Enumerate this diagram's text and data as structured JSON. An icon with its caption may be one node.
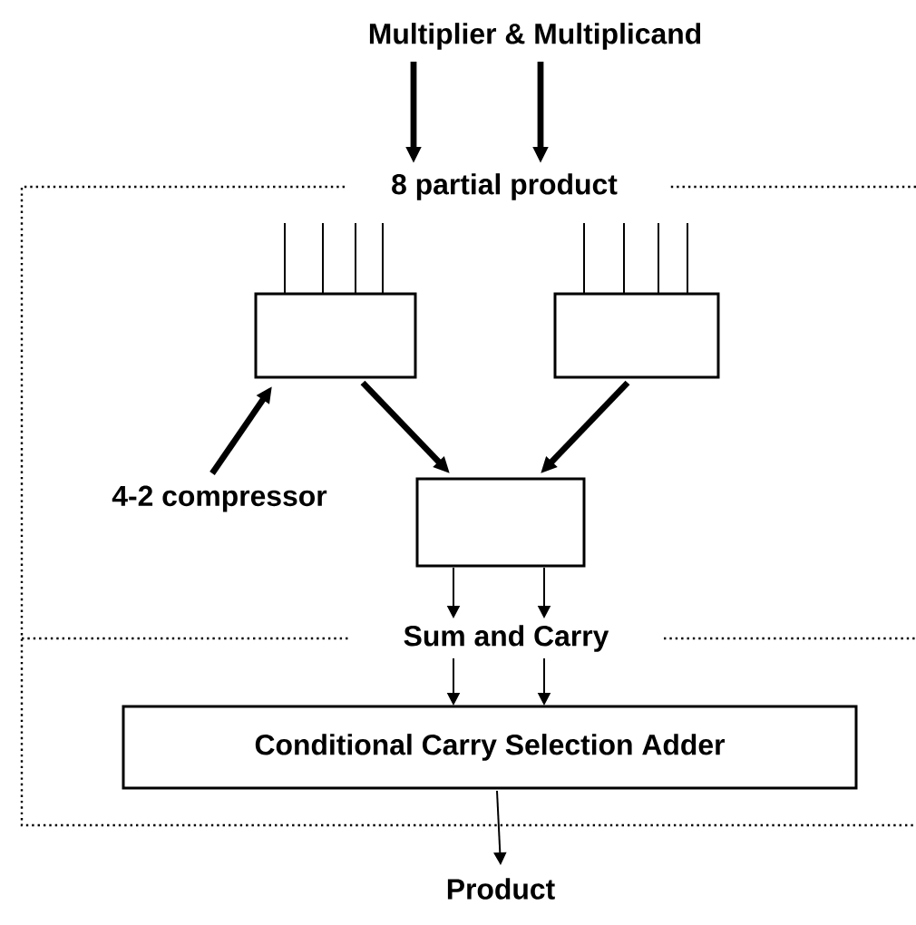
{
  "diagram": {
    "nodes": [
      {
        "text": [
          "Multiplier & Multiplicand"
        ]
      },
      {
        "text": [
          "8 partial product"
        ]
      },
      {
        "text": [],
        "shape": "box"
      },
      {
        "text": [],
        "shape": "box"
      },
      {
        "text": [
          "4-2 compressor"
        ]
      },
      {
        "text": [],
        "shape": "box"
      },
      {
        "text": [
          "Sum and Carry"
        ]
      },
      {
        "text": [
          "Conditional Carry Selection Adder"
        ]
      },
      {
        "text": [
          "Product"
        ]
      }
    ],
    "edges": [
      {
        "from": 0,
        "to": 1,
        "arrow": "to",
        "style": "thick"
      },
      {
        "from": 0,
        "to": 1,
        "arrow": "to",
        "style": "thick"
      },
      {
        "from": null,
        "to": 2,
        "arrow": "none"
      },
      {
        "from": null,
        "to": 2,
        "arrow": "none"
      },
      {
        "from": null,
        "to": 2,
        "arrow": "none"
      },
      {
        "from": 1,
        "to": 2,
        "arrow": "none"
      },
      {
        "from": 1,
        "to": 3,
        "arrow": "none"
      },
      {
        "from": 1,
        "to": 3,
        "arrow": "none"
      },
      {
        "from": null,
        "to": 3,
        "arrow": "none"
      },
      {
        "from": null,
        "to": 3,
        "arrow": "none"
      },
      {
        "from": 4,
        "to": 2,
        "arrow": "to",
        "style": "thick"
      },
      {
        "from": 2,
        "to": 5,
        "arrow": "to",
        "style": "thick"
      },
      {
        "from": 3,
        "to": 5,
        "arrow": "to",
        "style": "thick"
      },
      {
        "from": 5,
        "to": 6,
        "arrow": "to"
      },
      {
        "from": 5,
        "to": 6,
        "arrow": "to"
      },
      {
        "from": 6,
        "to": 7,
        "arrow": "to"
      },
      {
        "from": 6,
        "to": 7,
        "arrow": "to"
      },
      {
        "from": 7,
        "to": 8,
        "arrow": "to"
      }
    ]
  }
}
